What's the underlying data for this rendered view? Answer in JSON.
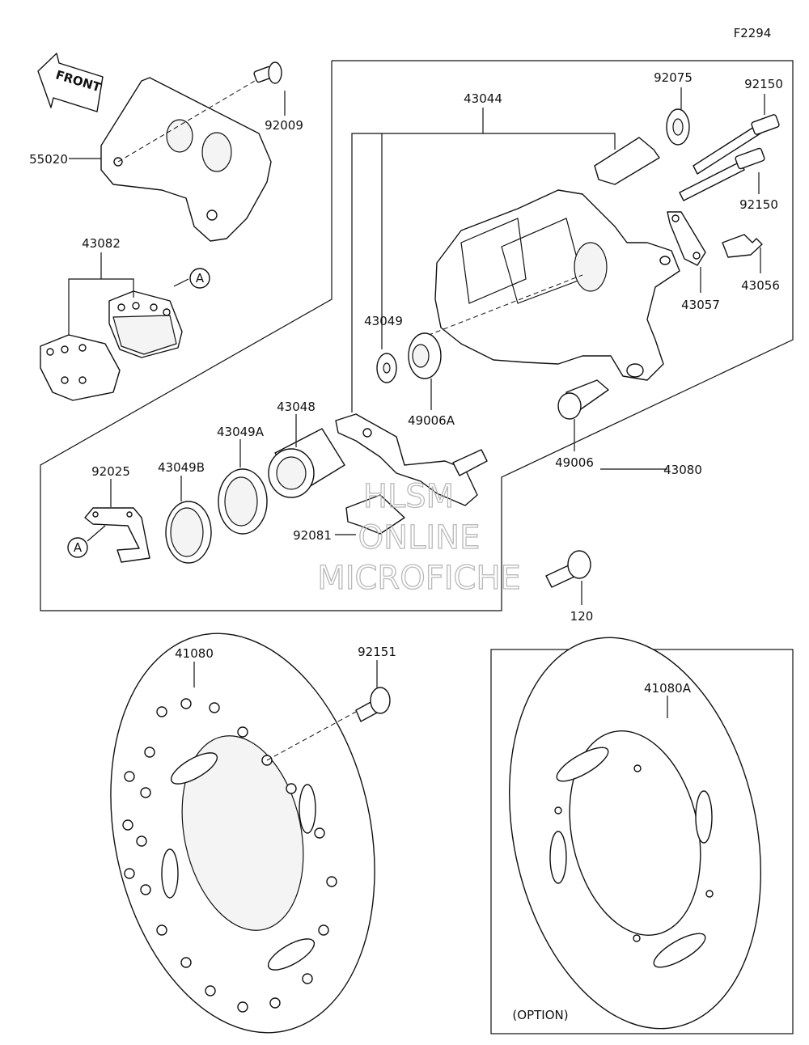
{
  "diagram_code": "F2294",
  "front_label": "FRONT",
  "option_label": "(OPTION)",
  "callout_letter": "A",
  "watermark": [
    "HLSM",
    "ONLINE",
    "MICROFICHE"
  ],
  "parts": {
    "p55020": "55020",
    "p92009": "92009",
    "p43082": "43082",
    "p43044": "43044",
    "p92075": "92075",
    "p92150a": "92150",
    "p92150b": "92150",
    "p43056": "43056",
    "p43057": "43057",
    "p43049": "43049",
    "p49006A": "49006A",
    "p49006": "49006",
    "p43080": "43080",
    "p43048": "43048",
    "p43049A": "43049A",
    "p43049B": "43049B",
    "p92025": "92025",
    "p92081": "92081",
    "p120": "120",
    "p41080": "41080",
    "p92151": "92151",
    "p41080A": "41080A"
  }
}
